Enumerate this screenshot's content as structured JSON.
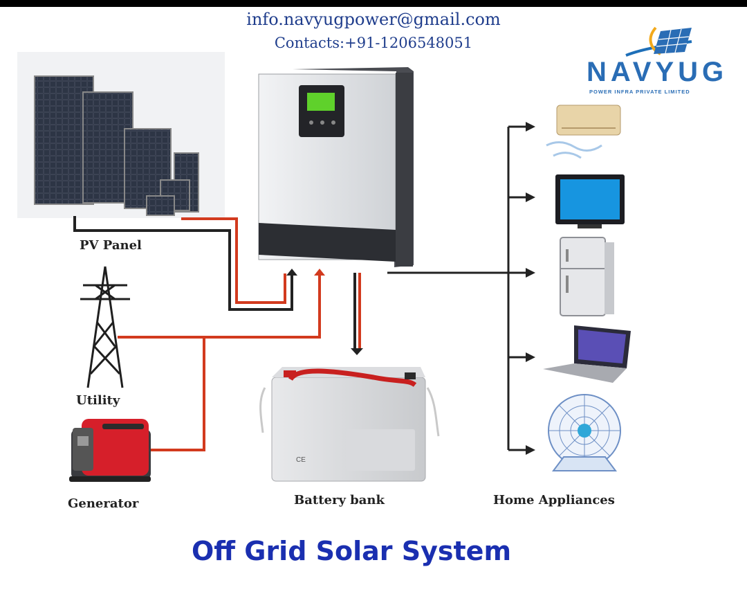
{
  "header": {
    "email": "info.navyugpower@gmail.com",
    "contacts": "Contacts:+91-1206548051"
  },
  "brand": {
    "name": "NAVYUG",
    "tagline": "POWER INFRA PRIVATE LIMITED",
    "color": "#2a6db5"
  },
  "components": {
    "pv_panel": "PV Panel",
    "utility": "Utility",
    "generator": "Generator",
    "battery": "Battery bank",
    "appliances": "Home Appliances"
  },
  "title": "Off Grid Solar System",
  "colors": {
    "title": "#1a2fb0",
    "email": "#1f3d8c",
    "wire_red": "#d23a1e",
    "wire_black": "#222222"
  },
  "icons": [
    "solar-panel-icon",
    "inverter-icon",
    "power-tower-icon",
    "generator-icon",
    "battery-icon",
    "air-conditioner-icon",
    "television-icon",
    "refrigerator-icon",
    "laptop-icon",
    "fan-icon",
    "navyug-logo-icon"
  ]
}
